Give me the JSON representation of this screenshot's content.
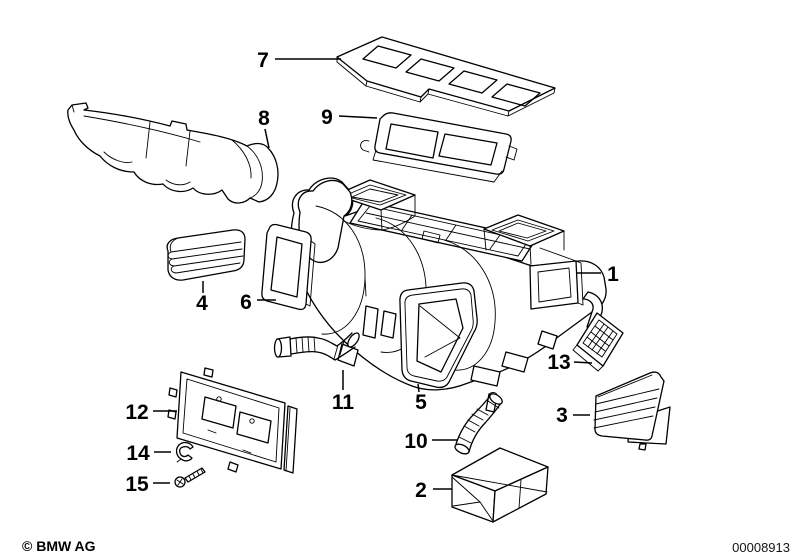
{
  "colors": {
    "background": "#ffffff",
    "line": "#000000"
  },
  "footer": {
    "copyright": "© BMW AG",
    "document_number": "00008913"
  },
  "parts": [
    {
      "label": "1"
    },
    {
      "label": "2"
    },
    {
      "label": "3"
    },
    {
      "label": "4"
    },
    {
      "label": "5"
    },
    {
      "label": "6"
    },
    {
      "label": "7"
    },
    {
      "label": "8"
    },
    {
      "label": "9"
    },
    {
      "label": "10"
    },
    {
      "label": "11"
    },
    {
      "label": "12"
    },
    {
      "label": "13"
    },
    {
      "label": "14"
    },
    {
      "label": "15"
    }
  ]
}
